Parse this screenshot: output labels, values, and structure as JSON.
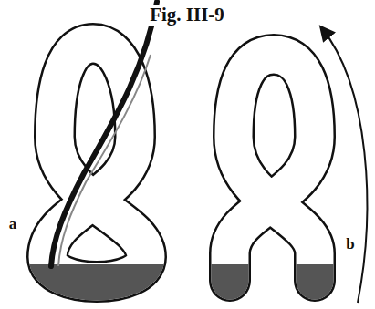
{
  "diagram": {
    "title": "Fig. III-9",
    "labels": [
      "a",
      "b"
    ]
  }
}
